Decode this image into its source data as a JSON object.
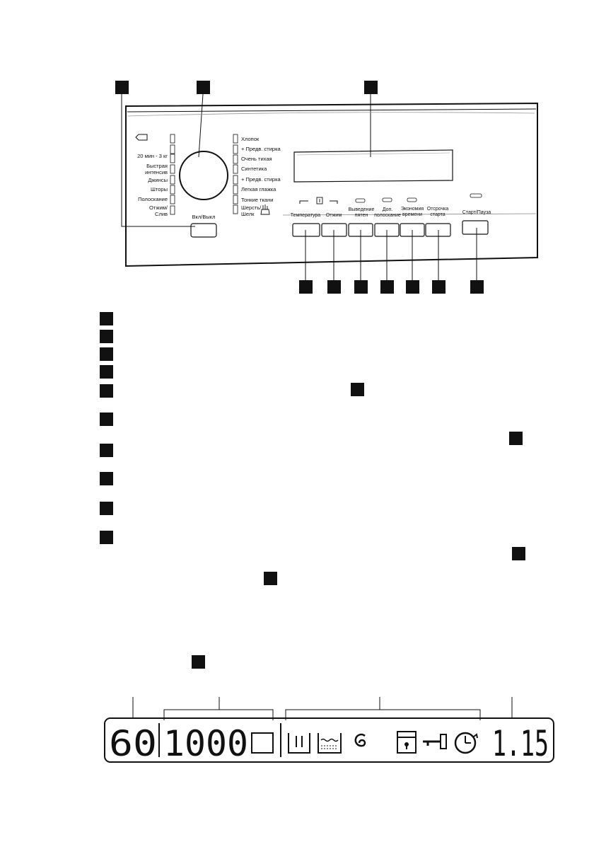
{
  "panel": {
    "programs_left": [
      "",
      "20 мин - 3 кг",
      "Быстрая интенсив",
      "Джинсы",
      "Шторы",
      "Полоскание",
      "Отжим/ Слив"
    ],
    "programs_right": [
      "Хлопок",
      "+ Предв. стирка",
      "Очень тихая",
      "Синтетика",
      "+ Предв. стирка",
      "Легкая глажка",
      "Тонкие ткани",
      "Шерсть/ Шелк"
    ],
    "onoff_label": "Вкл/Выкл",
    "buttons": [
      {
        "label": "Температура",
        "led": false
      },
      {
        "label": "Отжим",
        "led": false
      },
      {
        "label": "Выведение пятен",
        "led": true
      },
      {
        "label": "Доп. полоскание",
        "led": true
      },
      {
        "label": "Экономия времени",
        "led": true
      },
      {
        "label": "Отсрочка старта",
        "led": false
      },
      {
        "label": "Старт/Пауза",
        "led": true
      }
    ]
  },
  "display": {
    "temperature": "60",
    "spin": "1000",
    "time": "1.15",
    "icons": [
      "no-spin-icon",
      "prewash-icon",
      "stain-icon",
      "spiral-icon",
      "door-lock-icon",
      "child-lock-key-icon",
      "delay-timer-icon"
    ]
  },
  "colors": {
    "ink": "#111111",
    "panel_bg": "#ffffff"
  }
}
